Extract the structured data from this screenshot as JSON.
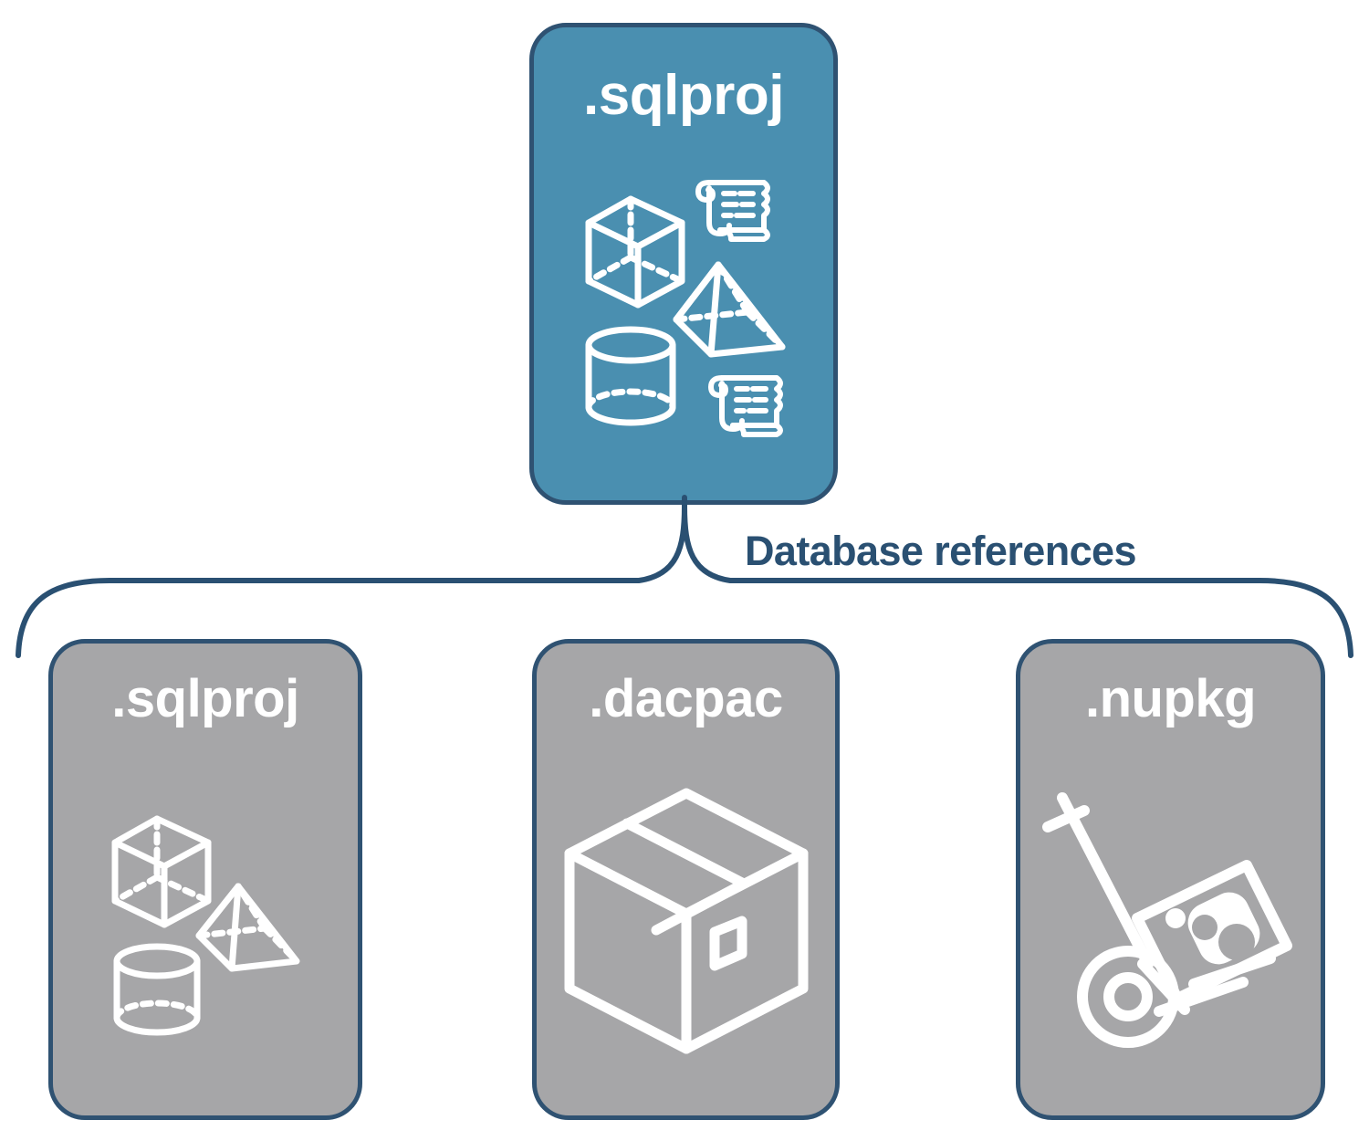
{
  "diagram": {
    "title_implied": "Database references",
    "colors": {
      "primary_fill": "#4A8FB0",
      "secondary_fill": "#A6A6A8",
      "stroke": "#2F5272",
      "caption_text": "#2A5072",
      "label_text": "#FFFFFF",
      "background": "#FFFFFF"
    }
  },
  "top_card": {
    "label": ".sqlproj",
    "icons": [
      "wireframe-cube-icon",
      "wireframe-pyramid-icon",
      "wireframe-cylinder-icon",
      "script-scroll-icon",
      "script-scroll-icon"
    ]
  },
  "connector": {
    "caption": "Database references",
    "style": "curly-brace",
    "branches": 3
  },
  "reference_cards": [
    {
      "label": ".sqlproj",
      "icons": [
        "wireframe-cube-icon",
        "wireframe-pyramid-icon",
        "wireframe-cylinder-icon"
      ]
    },
    {
      "label": ".dacpac",
      "icons": [
        "shipping-box-icon"
      ]
    },
    {
      "label": ".nupkg",
      "icons": [
        "hand-truck-package-icon"
      ]
    }
  ]
}
